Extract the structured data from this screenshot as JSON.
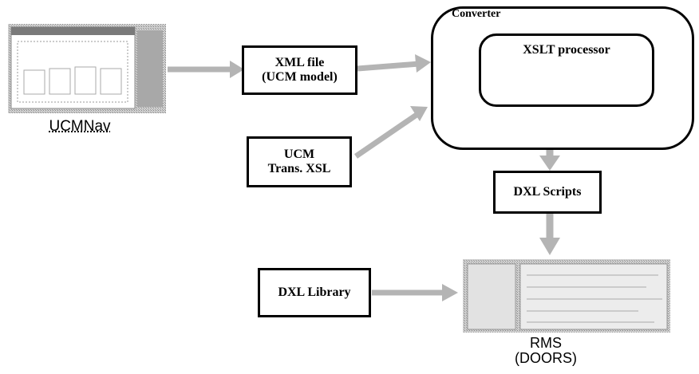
{
  "diagram": {
    "tool_label": "UCMNav",
    "xml_box": {
      "line1": "XML file",
      "line2": "(UCM model)"
    },
    "xsl_box": {
      "line1": "UCM",
      "line2": "Trans. XSL"
    },
    "converter_label": "Converter",
    "xslt_label": "XSLT processor",
    "dxl_scripts_label": "DXL Scripts",
    "dxl_library_label": "DXL Library",
    "rms_line1": "RMS",
    "rms_line2": "(DOORS)"
  },
  "colors": {
    "arrow": "#b4b4b4",
    "border": "#000000"
  }
}
